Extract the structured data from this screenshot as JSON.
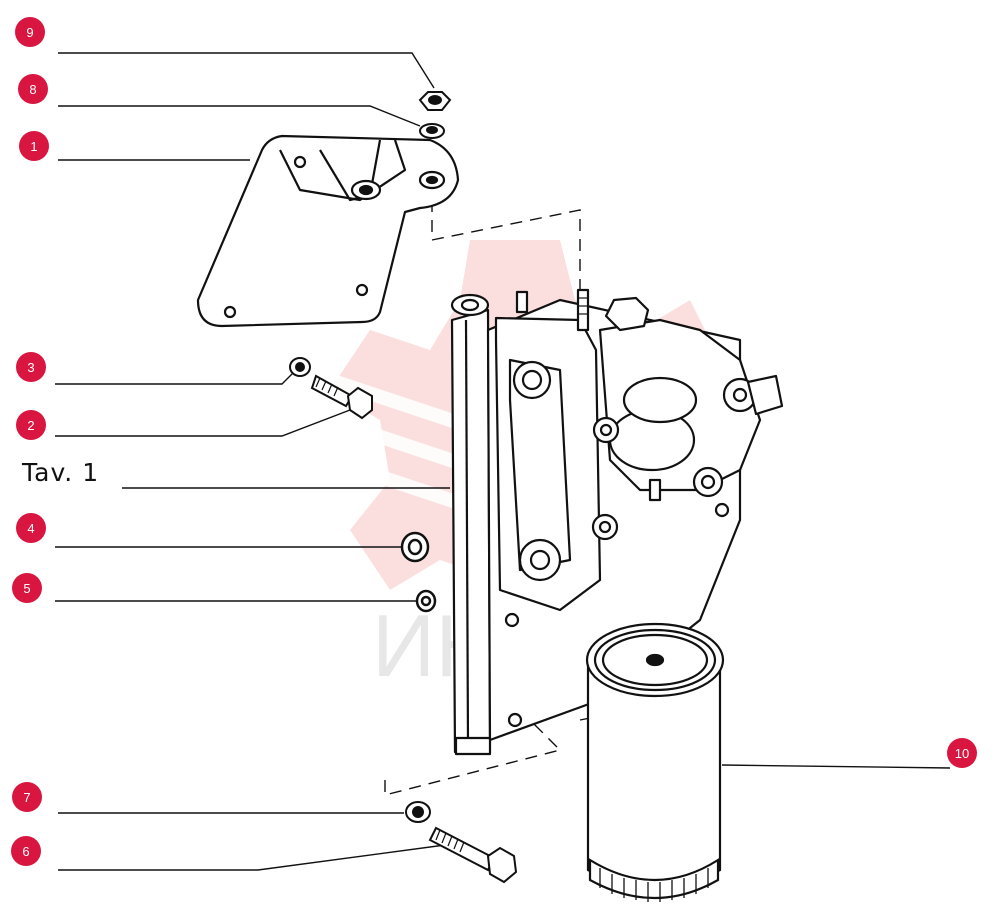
{
  "diagram": {
    "table_label": "Tav. 1",
    "watermark_text": "ИНТЕХ",
    "accent_color": "#d8163f",
    "watermark_color": "#e83a3a",
    "callouts": [
      {
        "id": "c9",
        "label": "9",
        "part": "nut"
      },
      {
        "id": "c8",
        "label": "8",
        "part": "washer"
      },
      {
        "id": "c1",
        "label": "1",
        "part": "mounting-bracket"
      },
      {
        "id": "c3",
        "label": "3",
        "part": "washer"
      },
      {
        "id": "c2",
        "label": "2",
        "part": "bolt"
      },
      {
        "id": "c4",
        "label": "4",
        "part": "seal-ring"
      },
      {
        "id": "c5",
        "label": "5",
        "part": "seal-ring"
      },
      {
        "id": "c7",
        "label": "7",
        "part": "washer"
      },
      {
        "id": "c6",
        "label": "6",
        "part": "bolt"
      },
      {
        "id": "c10",
        "label": "10",
        "part": "oil-filter"
      }
    ]
  }
}
